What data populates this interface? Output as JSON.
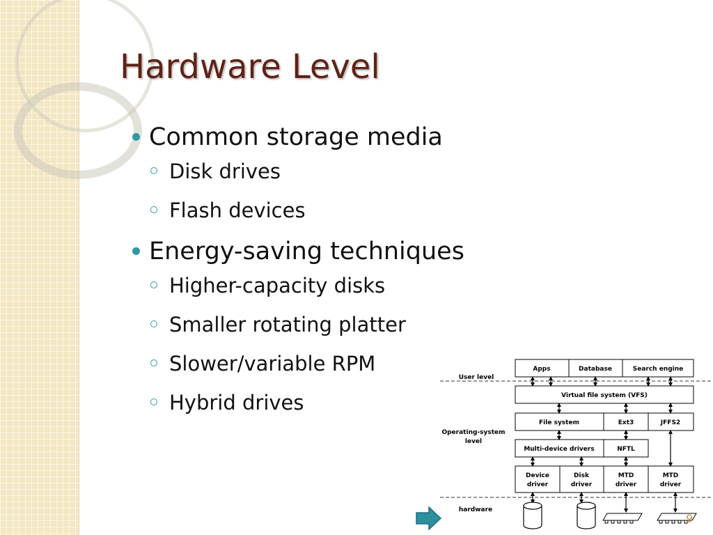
{
  "slide": {
    "title": "Hardware Level",
    "page_number": "9",
    "bullets": [
      {
        "text": "Common storage media",
        "subitems": [
          "Disk drives",
          "Flash devices"
        ]
      },
      {
        "text": "Energy-saving techniques",
        "subitems": [
          "Higher-capacity disks",
          "Smaller rotating platter",
          "Slower/variable RPM",
          "Hybrid drives"
        ]
      }
    ]
  },
  "diagram": {
    "layers": {
      "user": "User level",
      "os": "Operating-system level",
      "hardware": "hardware"
    },
    "apps": [
      "Apps",
      "Database",
      "Search engine"
    ],
    "vfs": "Virtual file system (VFS)",
    "filesystems": [
      "File system",
      "Ext3",
      "JFFS2"
    ],
    "multi_device": [
      "Multi-device drivers",
      "NFTL"
    ],
    "drivers": [
      "Device driver",
      "Disk driver",
      "MTD driver",
      "MTD driver"
    ]
  },
  "colors": {
    "title": "#5f2216",
    "accent": "#2e9aa6",
    "strip": "#f3e7c3",
    "arrow": "#2e8fa0"
  }
}
